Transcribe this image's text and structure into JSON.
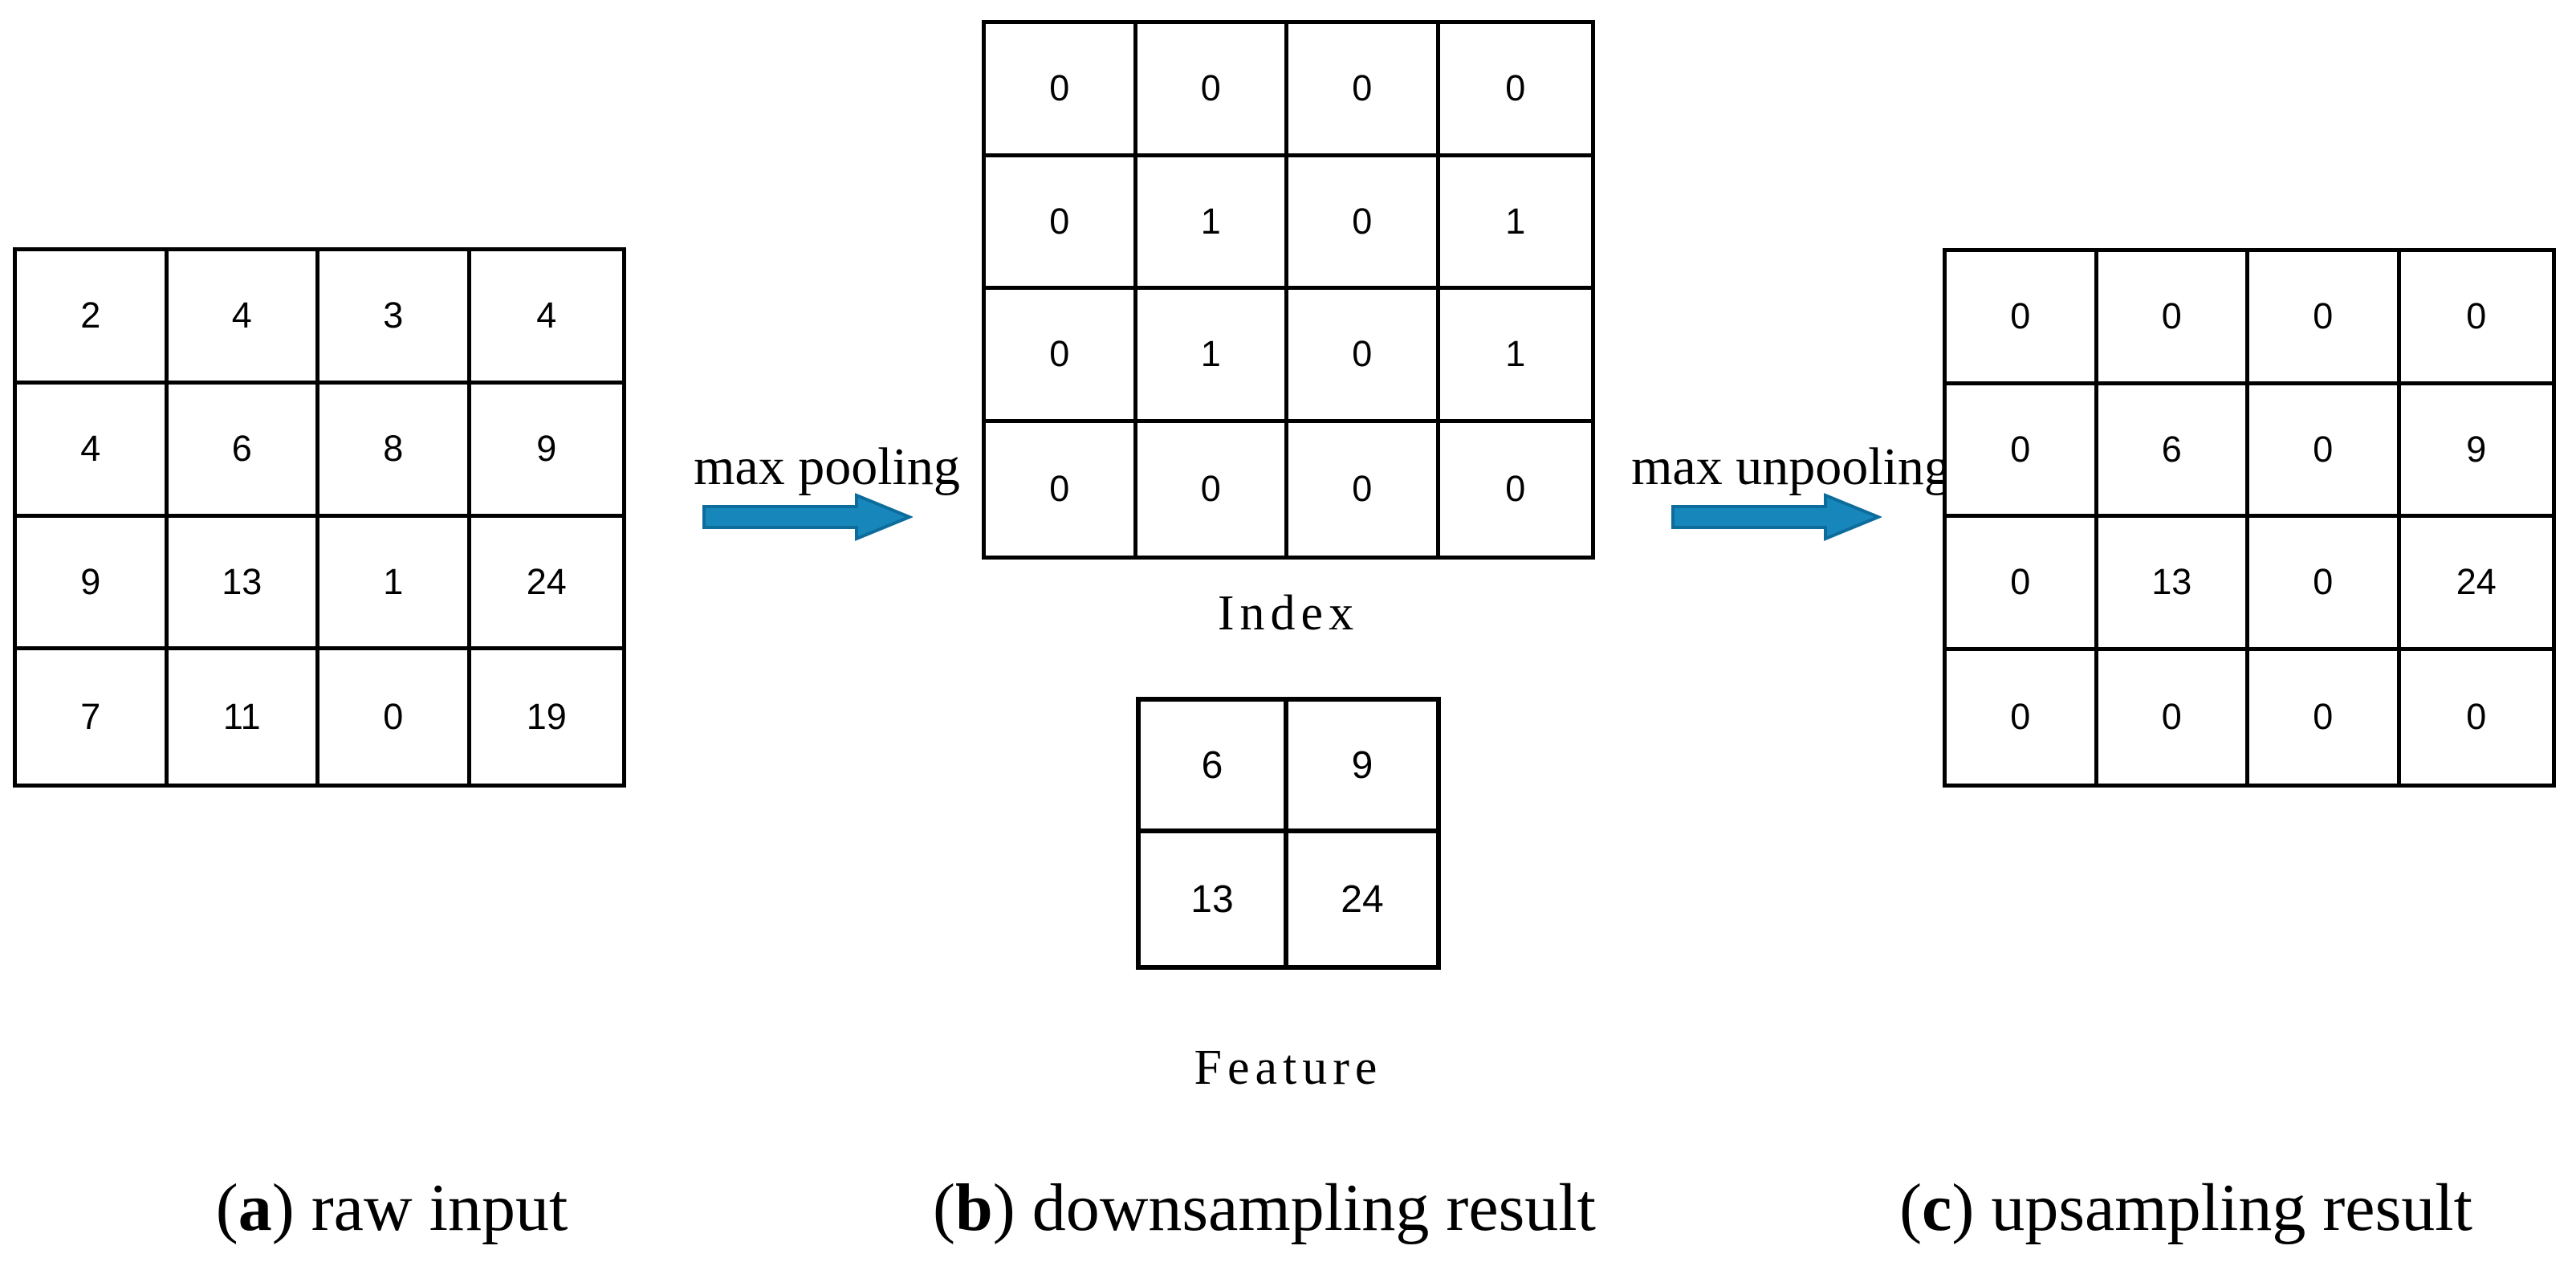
{
  "figure": {
    "arrow_fill": "#1787BB",
    "arrow_stroke": "#0C6D9C",
    "line_color": "#000000"
  },
  "grids": {
    "raw_input": {
      "rows": [
        [
          2,
          4,
          3,
          4
        ],
        [
          4,
          6,
          8,
          9
        ],
        [
          9,
          13,
          1,
          24
        ],
        [
          7,
          11,
          0,
          19
        ]
      ]
    },
    "index": {
      "label": "Index",
      "rows": [
        [
          0,
          0,
          0,
          0
        ],
        [
          0,
          1,
          0,
          1
        ],
        [
          0,
          1,
          0,
          1
        ],
        [
          0,
          0,
          0,
          0
        ]
      ]
    },
    "feature": {
      "label": "Feature",
      "rows": [
        [
          6,
          9
        ],
        [
          13,
          24
        ]
      ]
    },
    "upsampling": {
      "rows": [
        [
          0,
          0,
          0,
          0
        ],
        [
          0,
          6,
          0,
          9
        ],
        [
          0,
          13,
          0,
          24
        ],
        [
          0,
          0,
          0,
          0
        ]
      ]
    }
  },
  "arrows": {
    "pooling": {
      "label": "max pooling"
    },
    "unpooling": {
      "label": "max unpooling"
    }
  },
  "captions": [
    {
      "open": "(",
      "letter": "a",
      "close": ") ",
      "text": "raw input"
    },
    {
      "open": "(",
      "letter": "b",
      "close": ") ",
      "text": "downsampling result"
    },
    {
      "open": "(",
      "letter": "c",
      "close": ") ",
      "text": "upsampling result"
    }
  ]
}
